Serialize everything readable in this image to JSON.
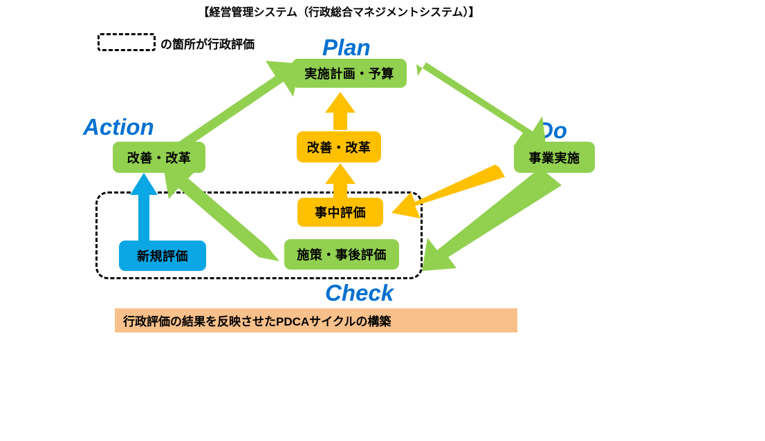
{
  "title": "【経営管理システム（行政総合マネジメントシステム）】",
  "legend": {
    "box_icon": "dashed-rectangle",
    "text": "の箇所が行政評価"
  },
  "phases": [
    {
      "id": "plan",
      "label": "Plan"
    },
    {
      "id": "do",
      "label": "Do"
    },
    {
      "id": "check",
      "label": "Check"
    },
    {
      "id": "action",
      "label": "Action"
    }
  ],
  "nodes": [
    {
      "id": "plan",
      "label": "実施計画・予算",
      "color": "#92D050"
    },
    {
      "id": "action",
      "label": "改善・改革",
      "color": "#92D050"
    },
    {
      "id": "do",
      "label": "事業実施",
      "color": "#92D050"
    },
    {
      "id": "kaizen_mid",
      "label": "改善・改革",
      "color": "#FFC000"
    },
    {
      "id": "jichu",
      "label": "事中評価",
      "color": "#FFC000"
    },
    {
      "id": "shinki",
      "label": "新規評価",
      "color": "#0BA6E4"
    },
    {
      "id": "shisaku",
      "label": "施策・事後評価",
      "color": "#92D050"
    }
  ],
  "arrows": [
    {
      "id": "action-to-plan",
      "from": "action",
      "to": "plan",
      "color": "#92D050"
    },
    {
      "id": "plan-to-do",
      "from": "plan",
      "to": "do",
      "color": "#92D050"
    },
    {
      "id": "do-to-jichu",
      "from": "do",
      "to": "jichu",
      "color": "#FFC000"
    },
    {
      "id": "do-to-shisaku",
      "from": "do",
      "to": "shisaku",
      "color": "#92D050"
    },
    {
      "id": "jichu-to-kaizen",
      "from": "jichu",
      "to": "kaizen_mid",
      "color": "#FFC000"
    },
    {
      "id": "kaizen-to-plan",
      "from": "kaizen_mid",
      "to": "plan",
      "color": "#FFC000"
    },
    {
      "id": "shisaku-to-action",
      "from": "shisaku",
      "to": "action",
      "color": "#92D050"
    },
    {
      "id": "shinki-to-action",
      "from": "shinki",
      "to": "action",
      "color": "#0BA6E4"
    }
  ],
  "banner": {
    "text": "行政評価の結果を反映させたPDCAサイクルの構築",
    "background": "#F8C08A"
  },
  "colors": {
    "green": "#92D050",
    "orange": "#FFC000",
    "blue": "#0BA6E4",
    "phase_label_blue": "#0070D0",
    "banner_peach": "#F8C08A"
  }
}
